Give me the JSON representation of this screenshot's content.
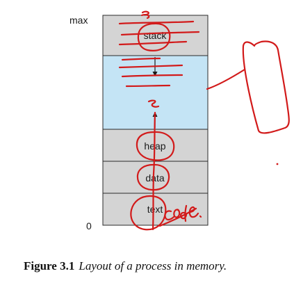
{
  "diagram": {
    "axis": {
      "top_label": "max",
      "bottom_label": "0"
    },
    "segments": {
      "stack": "stack",
      "heap": "heap",
      "data": "data",
      "text": "text"
    },
    "colors": {
      "segment_fill": "#d4d4d4",
      "free_space_fill": "#c4e4f5",
      "outline": "#2a2a2a",
      "annotation_ink": "#d21a1a"
    },
    "annotation": {
      "handwritten_word": "code"
    }
  },
  "caption": {
    "figure_number": "Figure 3.1",
    "title": "Layout of a process in memory."
  }
}
